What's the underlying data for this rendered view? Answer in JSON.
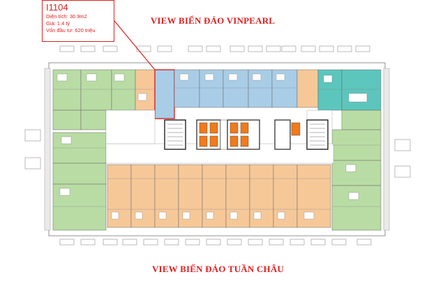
{
  "titles": {
    "top": "VIEW BIỂN ĐẢO VINPEARL",
    "bottom": "VIEW BIỂN ĐẢO TUẦN CHÂU"
  },
  "info": {
    "code": "I1104",
    "area": "Diện tích: 30.9m2",
    "price": "Giá: 1.4 tỷ",
    "capital": "Vốn đầu tư: 620 triệu"
  },
  "colors": {
    "accent": "#e02020",
    "green": "#b9dca4",
    "blue": "#a9cde6",
    "orange": "#f6c898",
    "teal": "#5cc6bc",
    "elevator": "#f07a1c",
    "wall": "#555555"
  },
  "legend_callouts": {
    "top_count": 15,
    "bottom_count": 15,
    "left_count": 2,
    "right_count": 2
  }
}
